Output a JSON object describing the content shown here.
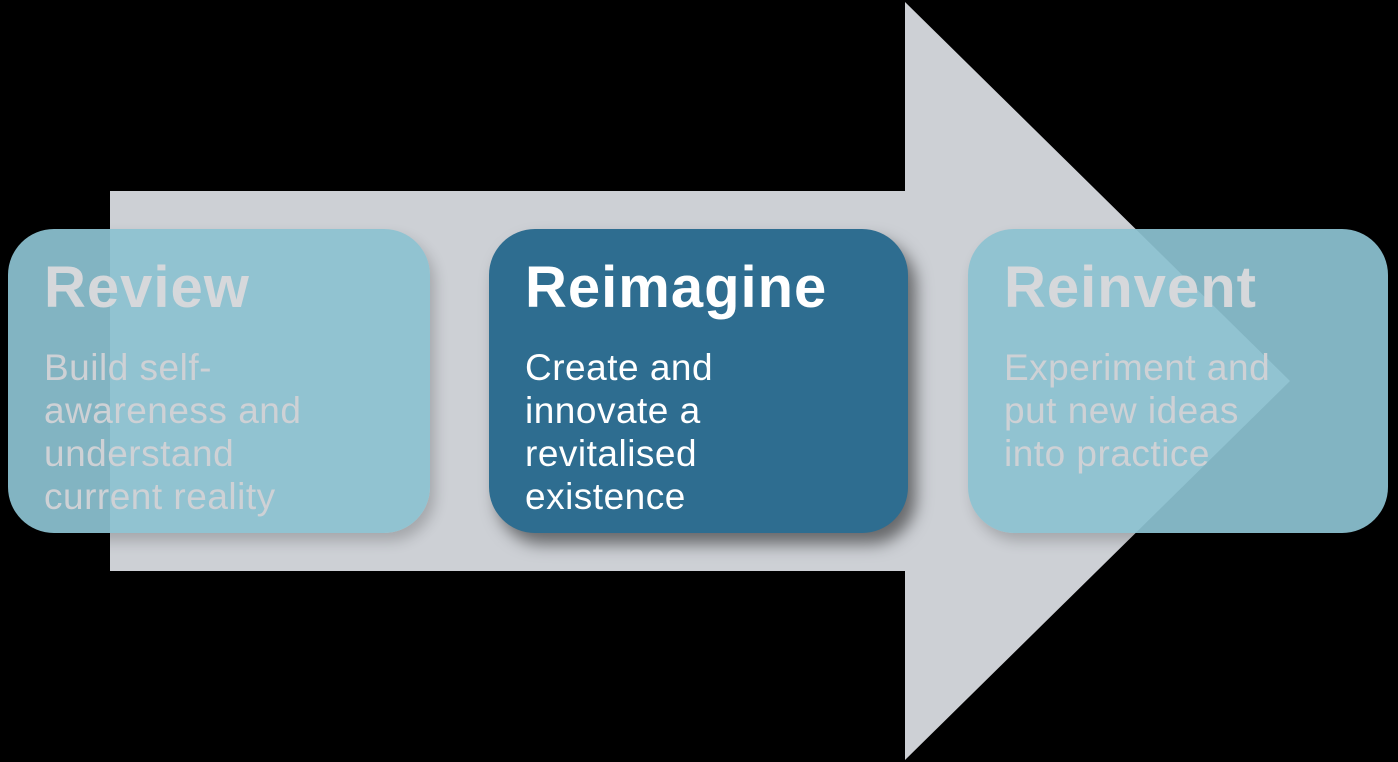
{
  "diagram": {
    "kind": "process-flow",
    "direction": "left-to-right",
    "background_color": "#000000",
    "arrow": {
      "shape": "right-arrow",
      "color": "#cdd0d5"
    },
    "palette": {
      "light_card_teal": "#8ac1d1",
      "dark_card_blue": "#2e6d90",
      "light_text_gray": "#d6d8db",
      "white_text": "#ffffff"
    }
  },
  "cards": [
    {
      "id": "review",
      "title": "Review",
      "description": "Build self-\nawareness and\nunderstand\ncurrent reality",
      "emphasized": false
    },
    {
      "id": "reimagine",
      "title": "Reimagine",
      "description": "Create and\ninnovate a\nrevitalised\nexistence",
      "emphasized": true
    },
    {
      "id": "reinvent",
      "title": "Reinvent",
      "description": "Experiment and\nput new ideas\ninto practice",
      "emphasized": false
    }
  ]
}
